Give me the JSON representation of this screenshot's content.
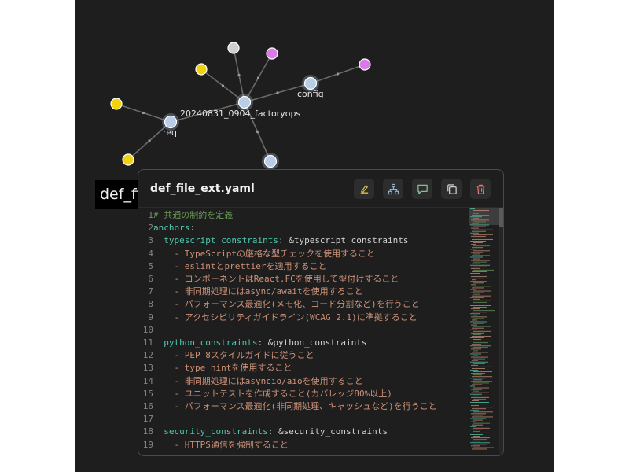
{
  "graph": {
    "labels": {
      "center": "20240831_0904_factoryops",
      "config": "config",
      "req": "req"
    },
    "colors": {
      "hub": "#b8cde6",
      "yellow": "#f2d20d",
      "magenta": "#d97ae6",
      "gray": "#cfcfcf",
      "edge": "#6a6a6a"
    }
  },
  "overlay_label": "def_fi",
  "file_panel": {
    "title": "def_file_ext.yaml",
    "toolbar_icons": [
      "highlighter-icon",
      "hierarchy-icon",
      "comment-icon",
      "copy-icon",
      "trash-icon"
    ],
    "lines": [
      {
        "n": "1",
        "indent": "",
        "comment": "# 共通の制約を定義"
      },
      {
        "n": "2",
        "indent": "",
        "key": "anchors",
        "colon": ":"
      },
      {
        "n": "3",
        "indent": "  ",
        "key": "typescript_constraints",
        "colon": ":",
        "anchor": " &typescript_constraints"
      },
      {
        "n": "4",
        "indent": "    ",
        "dash": "- ",
        "value": "TypeScriptの厳格な型チェックを使用すること"
      },
      {
        "n": "5",
        "indent": "    ",
        "dash": "- ",
        "value": "eslintとprettierを適用すること"
      },
      {
        "n": "6",
        "indent": "    ",
        "dash": "- ",
        "value": "コンポーネントはReact.FCを使用して型付けすること"
      },
      {
        "n": "7",
        "indent": "    ",
        "dash": "- ",
        "value": "非同期処理にはasync/awaitを使用すること"
      },
      {
        "n": "8",
        "indent": "    ",
        "dash": "- ",
        "value": "パフォーマンス最適化(メモ化、コード分割など)を行うこと"
      },
      {
        "n": "9",
        "indent": "    ",
        "dash": "- ",
        "value": "アクセシビリティガイドライン(WCAG 2.1)に準拠すること"
      },
      {
        "n": "10",
        "indent": ""
      },
      {
        "n": "11",
        "indent": "  ",
        "key": "python_constraints",
        "colon": ":",
        "anchor": " &python_constraints"
      },
      {
        "n": "12",
        "indent": "    ",
        "dash": "- ",
        "value": "PEP 8スタイルガイドに従うこと"
      },
      {
        "n": "13",
        "indent": "    ",
        "dash": "- ",
        "value": "type hintを使用すること"
      },
      {
        "n": "14",
        "indent": "    ",
        "dash": "- ",
        "value": "非同期処理にはasyncio/aioを使用すること"
      },
      {
        "n": "15",
        "indent": "    ",
        "dash": "- ",
        "value": "ユニットテストを作成すること(カバレッジ80%以上)"
      },
      {
        "n": "16",
        "indent": "    ",
        "dash": "- ",
        "value": "パフォーマンス最適化(非同期処理、キャッシュなど)を行うこと"
      },
      {
        "n": "17",
        "indent": ""
      },
      {
        "n": "18",
        "indent": "  ",
        "key": "security_constraints",
        "colon": ":",
        "anchor": " &security_constraints"
      },
      {
        "n": "19",
        "indent": "    ",
        "dash": "- ",
        "value": "HTTPS通信を強制すること"
      }
    ]
  }
}
